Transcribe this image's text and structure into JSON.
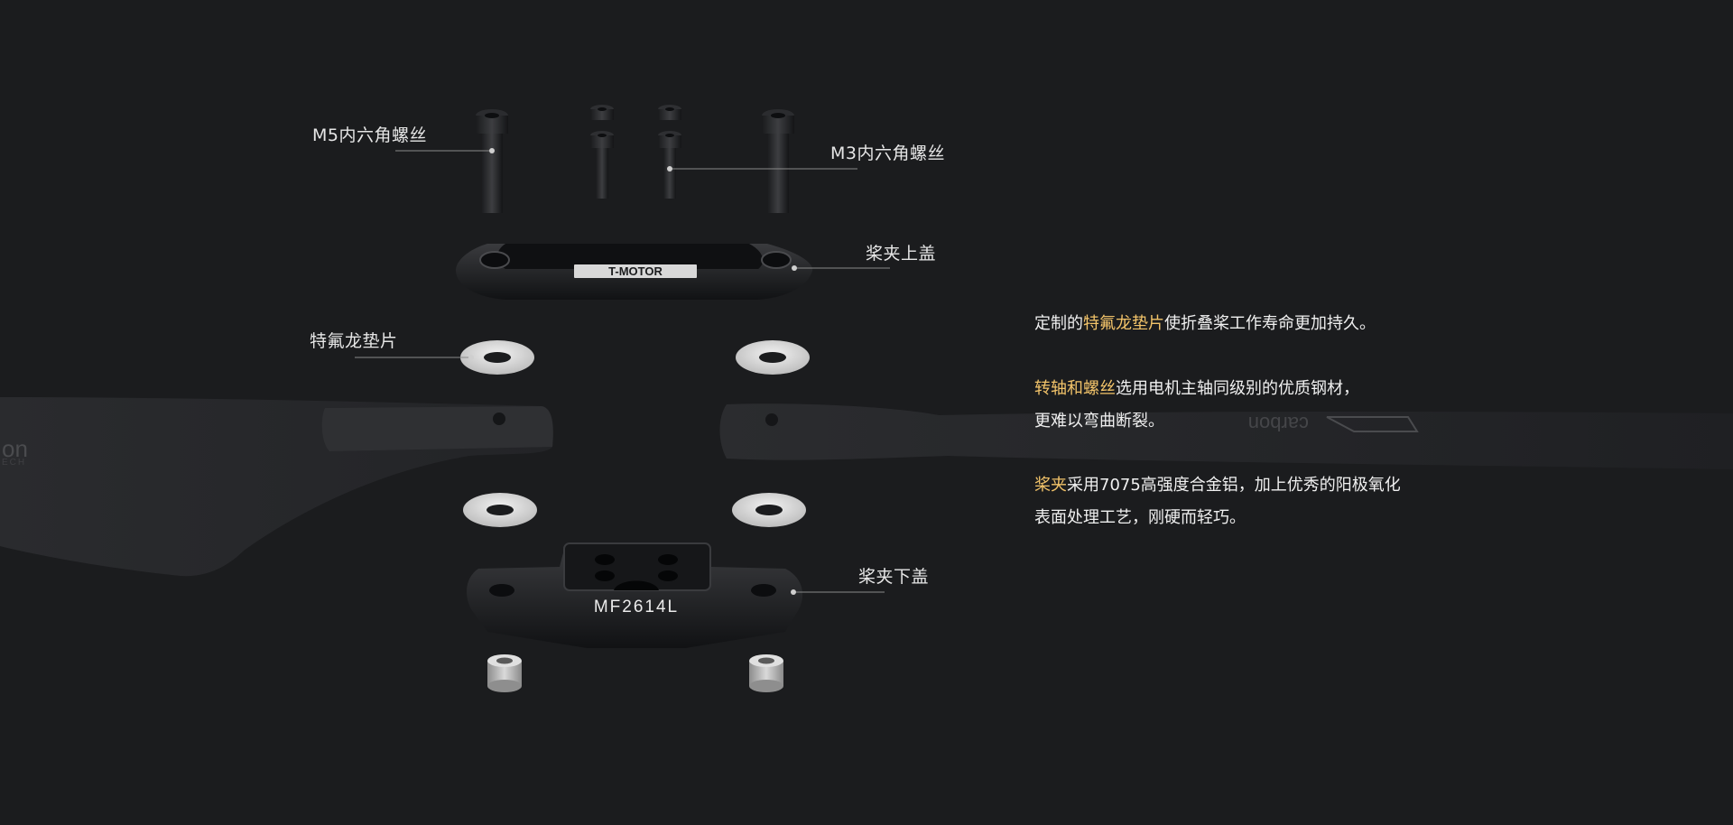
{
  "callouts": {
    "m5_screw": "M5内六角螺丝",
    "m3_screw": "M3内六角螺丝",
    "top_cover": "桨夹上盖",
    "washer": "特氟龙垫片",
    "bottom_cover": "桨夹下盖"
  },
  "parts": {
    "top_cover_logo": "T-MOTOR",
    "bottom_cover_model": "MF2614L",
    "prop_text_left": "on",
    "prop_text_left_sub": "ECH",
    "prop_text_right": "carbon"
  },
  "descriptions": {
    "d1": {
      "pre": "定制的",
      "highlight": "特氟龙垫片",
      "post": "使折叠桨工作寿命更加持久。"
    },
    "d2": {
      "highlight": "转轴和螺丝",
      "post": "选用电机主轴同级别的优质钢材，",
      "line2": "更难以弯曲断裂。"
    },
    "d3": {
      "highlight": "桨夹",
      "post": "采用7075高强度合金铝，加上优秀的阳极氧化",
      "line2": "表面处理工艺，刚硬而轻巧。"
    }
  },
  "colors": {
    "background": "#1b1c1e",
    "highlight": "#f3c46a",
    "text": "#f0f0f0"
  }
}
